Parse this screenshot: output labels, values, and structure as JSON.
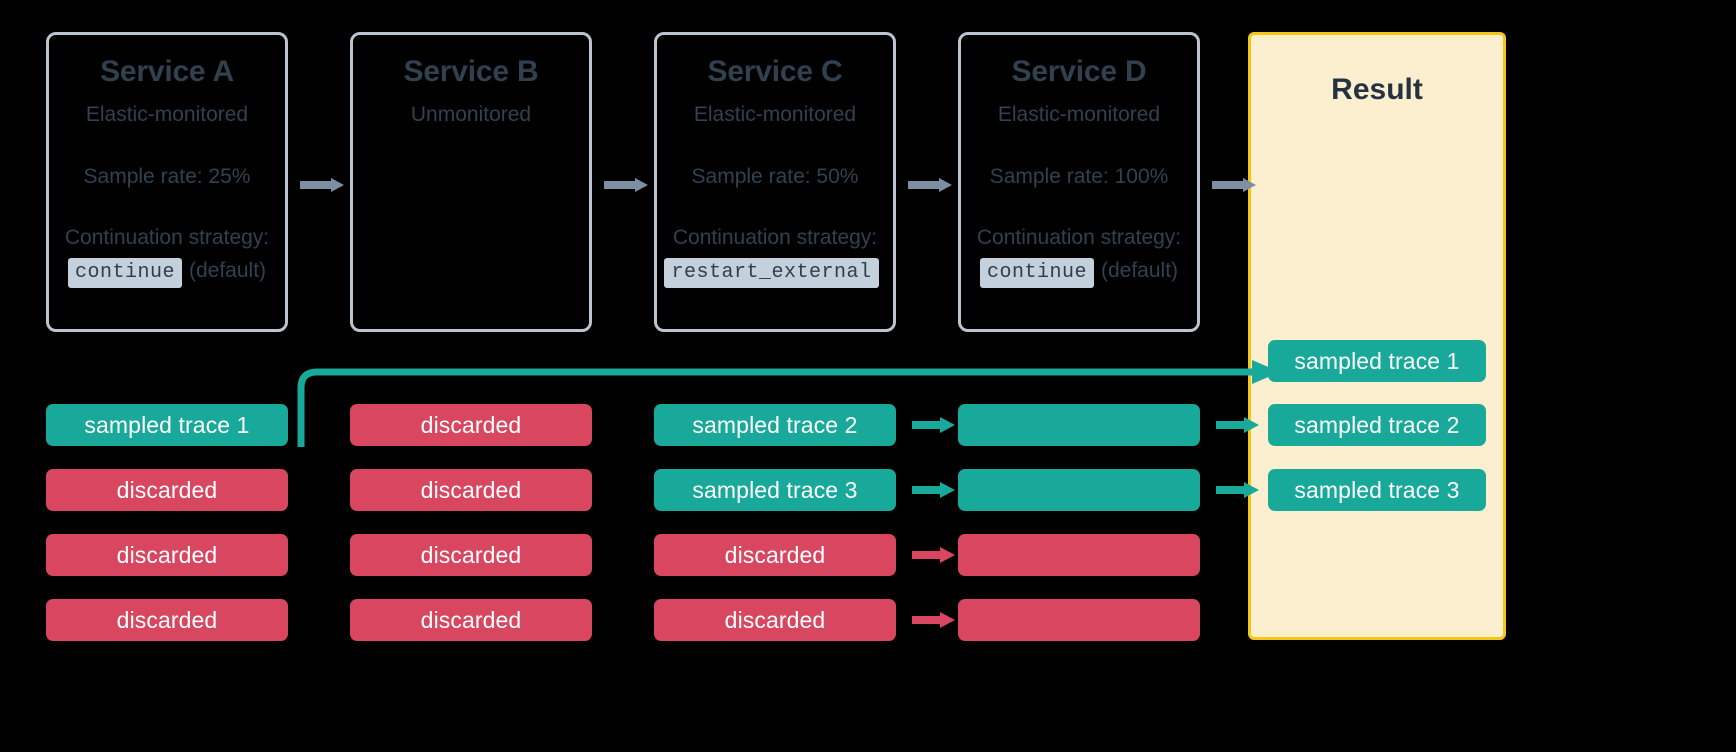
{
  "diagram": {
    "title": "Distributed tracing tail-based sampling flow",
    "colors": {
      "background": "#000000",
      "service_border": "#b9c4d0",
      "service_text": "#32414f",
      "code_tag_bg": "#c4d0dc",
      "sampled": "#18a99a",
      "discarded": "#d8465f",
      "result_bg": "#fbefcf",
      "result_border": "#f5c518",
      "gray_arrow": "#7e8fa3"
    },
    "services": [
      {
        "name": "Service A",
        "monitoring": "Elastic-monitored",
        "sample_rate": "Sample rate: 25%",
        "continuation_label": "Continuation strategy:",
        "strategy": "continue",
        "strategy_note": "(default)"
      },
      {
        "name": "Service B",
        "monitoring": "Unmonitored",
        "sample_rate": "",
        "continuation_label": "",
        "strategy": "",
        "strategy_note": ""
      },
      {
        "name": "Service C",
        "monitoring": "Elastic-monitored",
        "sample_rate": "Sample rate: 50%",
        "continuation_label": "Continuation strategy:",
        "strategy": "restart_external",
        "strategy_note": ""
      },
      {
        "name": "Service D",
        "monitoring": "Elastic-monitored",
        "sample_rate": "Sample rate: 100%",
        "continuation_label": "Continuation strategy:",
        "strategy": "continue",
        "strategy_note": "(default)"
      }
    ],
    "result": {
      "title": "Result",
      "traces": [
        {
          "label": "sampled trace 1",
          "state": "sampled"
        },
        {
          "label": "sampled trace 2",
          "state": "sampled"
        },
        {
          "label": "sampled trace 3",
          "state": "sampled"
        }
      ]
    },
    "columns": [
      {
        "service": "Service A",
        "traces": [
          {
            "label": "sampled trace 1",
            "state": "sampled"
          },
          {
            "label": "discarded",
            "state": "discarded"
          },
          {
            "label": "discarded",
            "state": "discarded"
          },
          {
            "label": "discarded",
            "state": "discarded"
          }
        ]
      },
      {
        "service": "Service B",
        "traces": [
          {
            "label": "discarded",
            "state": "discarded"
          },
          {
            "label": "discarded",
            "state": "discarded"
          },
          {
            "label": "discarded",
            "state": "discarded"
          },
          {
            "label": "discarded",
            "state": "discarded"
          }
        ]
      },
      {
        "service": "Service C",
        "traces": [
          {
            "label": "sampled trace 2",
            "state": "sampled"
          },
          {
            "label": "sampled trace 3",
            "state": "sampled"
          },
          {
            "label": "discarded",
            "state": "discarded"
          },
          {
            "label": "discarded",
            "state": "discarded"
          }
        ]
      },
      {
        "service": "Service D",
        "traces": [
          {
            "label": "",
            "state": "sampled"
          },
          {
            "label": "",
            "state": "sampled"
          },
          {
            "label": "",
            "state": "discarded"
          },
          {
            "label": "",
            "state": "discarded"
          }
        ]
      }
    ]
  }
}
